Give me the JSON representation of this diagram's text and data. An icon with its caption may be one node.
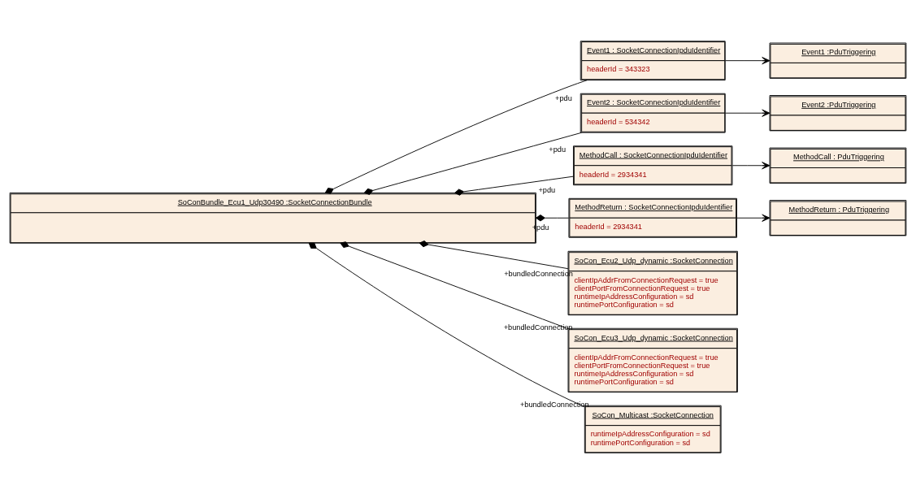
{
  "diagram": {
    "nodes": [
      {
        "text": [
          "SoConBundle_Ecu1_Udp30490 :SocketConnectionBundle"
        ]
      },
      {
        "text": [
          "Event1 : SocketConnectionIpduIdentifier",
          "headerId = 343323"
        ]
      },
      {
        "text": [
          "Event1 :PduTriggering"
        ]
      },
      {
        "text": [
          "Event2 : SocketConnectionIpduIdentifier",
          "headerId = 534342"
        ]
      },
      {
        "text": [
          "Event2 :PduTriggering"
        ]
      },
      {
        "text": [
          "MethodCall : SocketConnectionIpduIdentifier",
          "headerId = 2934341"
        ]
      },
      {
        "text": [
          "MethodCall : PduTriggering"
        ]
      },
      {
        "text": [
          "MethodReturn : SocketConnectionIpduIdentifier",
          "headerId = 2934341"
        ]
      },
      {
        "text": [
          "MethodReturn : PduTriggering"
        ]
      },
      {
        "text": [
          "SoCon_Ecu2_Udp_dynamic :SocketConnection",
          "clientIpAddrFromConnectionRequest = true",
          "clientPortFromConnectionRequest = true",
          "runtimeIpAddressConfiguration = sd",
          "runtimePortConfiguration = sd"
        ]
      },
      {
        "text": [
          "SoCon_Ecu3_Udp_dynamic :SocketConnection",
          "clientIpAddrFromConnectionRequest = true",
          "clientPortFromConnectionRequest = true",
          "runtimeIpAddressConfiguration = sd",
          "runtimePortConfiguration = sd"
        ]
      },
      {
        "text": [
          "SoCon_Multicast :SocketConnection",
          "runtimeIpAddressConfiguration = sd",
          "runtimePortConfiguration = sd"
        ]
      }
    ],
    "edges": [
      {
        "from": 0,
        "to": 1,
        "arrow": "other",
        "label": "+pdu"
      },
      {
        "from": 0,
        "to": 3,
        "arrow": "other",
        "label": "+pdu"
      },
      {
        "from": 0,
        "to": 5,
        "arrow": "other",
        "label": "+pdu"
      },
      {
        "from": 0,
        "to": 7,
        "arrow": "other",
        "label": "+pdu"
      },
      {
        "from": 1,
        "to": 2,
        "arrow": "to"
      },
      {
        "from": 3,
        "to": 4,
        "arrow": "to"
      },
      {
        "from": 5,
        "to": 6,
        "arrow": "to"
      },
      {
        "from": 7,
        "to": 8,
        "arrow": "to"
      },
      {
        "from": 0,
        "to": 9,
        "arrow": "other",
        "label": "+bundledConnection"
      },
      {
        "from": 0,
        "to": 10,
        "arrow": "other",
        "label": "+bundledConnection"
      },
      {
        "from": 0,
        "to": 11,
        "arrow": "other",
        "label": "+bundledConnection"
      }
    ]
  }
}
